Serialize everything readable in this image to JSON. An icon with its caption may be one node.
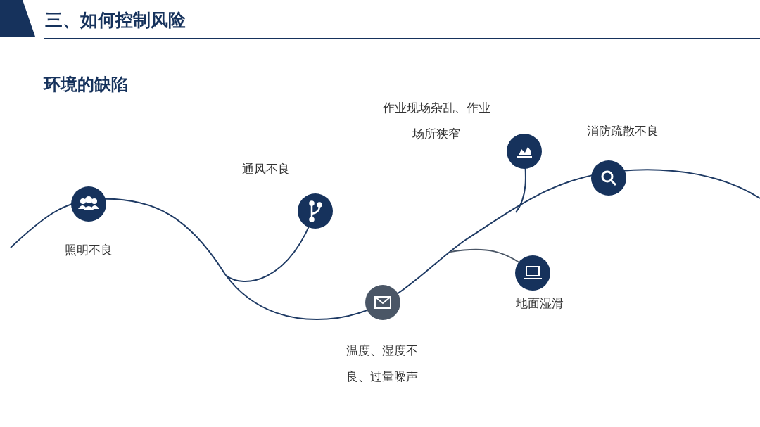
{
  "diagram": {
    "title": "三、如何控制风险",
    "nodes": [
      {
        "text": [],
        "shape": "circle",
        "beside": [
          "照明不良"
        ]
      },
      {
        "text": [],
        "shape": "circle",
        "beside": [
          "通风不良"
        ]
      },
      {
        "text": [],
        "shape": "circle",
        "beside": [
          "温度、湿度不良、过量噪声"
        ]
      },
      {
        "text": [],
        "shape": "circle",
        "beside": [
          "作业现场杂乱、作业场所狭窄"
        ]
      },
      {
        "text": [],
        "shape": "circle",
        "beside": [
          "地面湿滑"
        ]
      },
      {
        "text": [],
        "shape": "circle",
        "beside": [
          "消防疏散不良"
        ]
      }
    ],
    "labels": [
      "环境的缺陷"
    ]
  }
}
